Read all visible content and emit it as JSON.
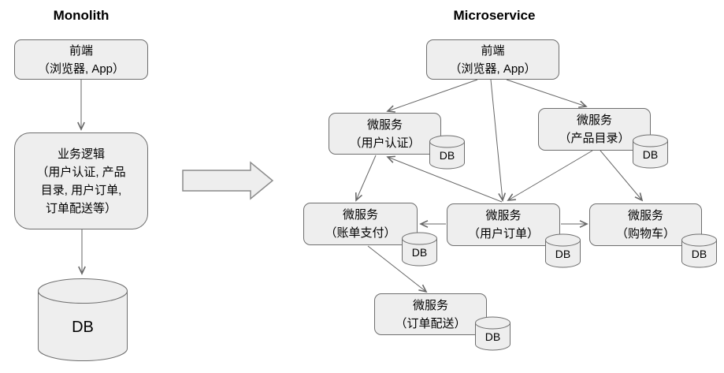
{
  "colors": {
    "box_fill": "#eeeeee",
    "box_border": "#6e6e6e",
    "connector": "#666666",
    "text": "#000000"
  },
  "monolith": {
    "title": "Monolith",
    "frontend": "前端\n（浏览器, App）",
    "business": "业务逻辑\n（用户认证, 产品\n目录, 用户订单,\n订单配送等）",
    "db": "DB"
  },
  "microservice": {
    "title": "Microservice",
    "frontend": "前端\n（浏览器, App）",
    "services": {
      "auth": {
        "text": "微服务\n（用户认证）",
        "db": "DB"
      },
      "catalog": {
        "text": "微服务\n（产品目录）",
        "db": "DB"
      },
      "billing": {
        "text": "微服务\n（账单支付）",
        "db": "DB"
      },
      "orders": {
        "text": "微服务\n（用户订单）",
        "db": "DB"
      },
      "cart": {
        "text": "微服务\n（购物车）",
        "db": "DB"
      },
      "delivery": {
        "text": "微服务\n（订单配送）",
        "db": "DB"
      }
    }
  }
}
